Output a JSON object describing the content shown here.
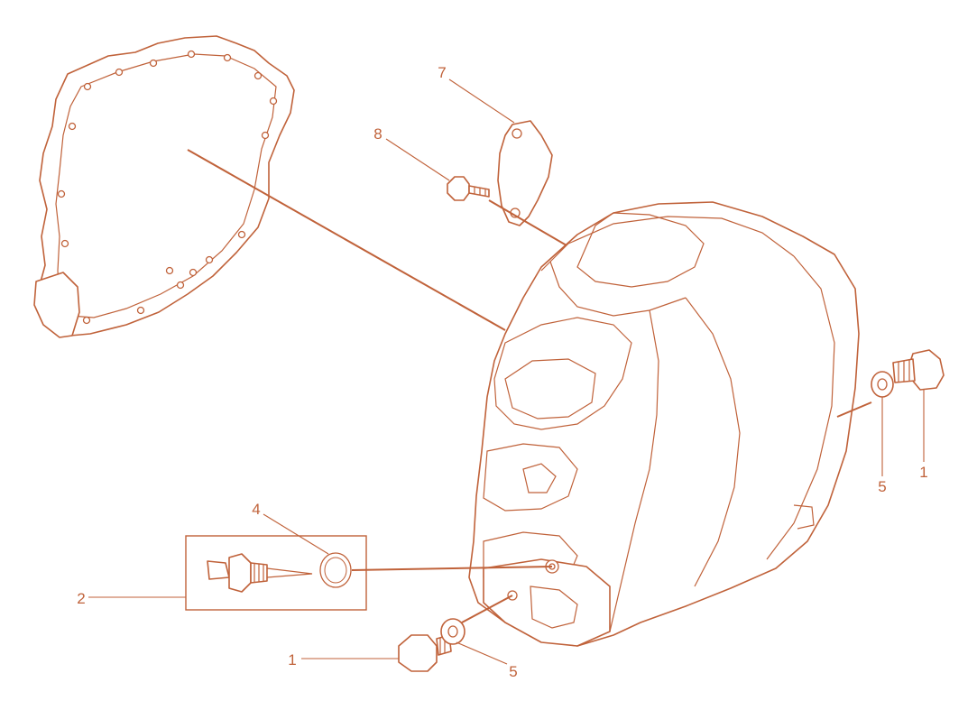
{
  "colors": {
    "line": "#c0623a",
    "background": "#ffffff"
  },
  "callouts": [
    {
      "id": "7",
      "text": "7"
    },
    {
      "id": "8",
      "text": "8"
    },
    {
      "id": "4",
      "text": "4"
    },
    {
      "id": "2",
      "text": "2"
    },
    {
      "id": "1a",
      "text": "1"
    },
    {
      "id": "5a",
      "text": "5"
    },
    {
      "id": "5b",
      "text": "5"
    },
    {
      "id": "1b",
      "text": "1"
    }
  ]
}
